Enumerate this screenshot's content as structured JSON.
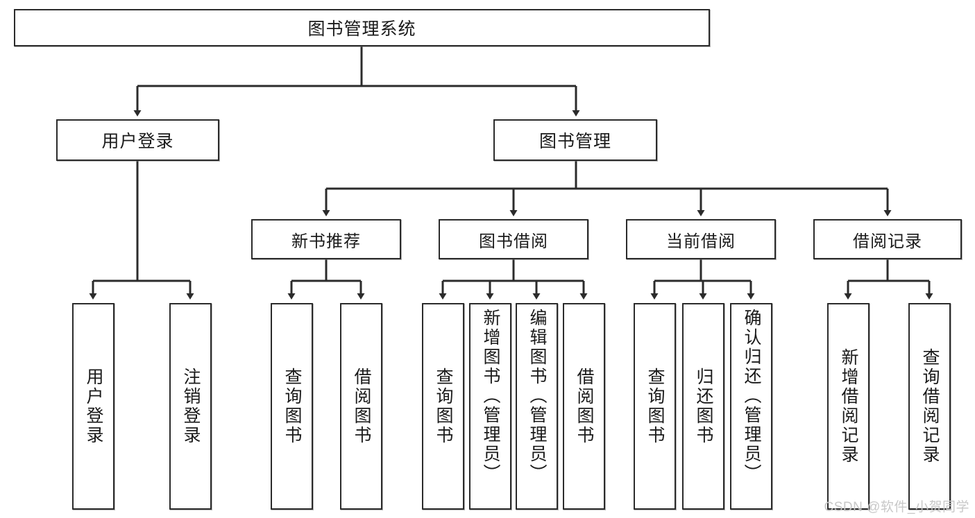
{
  "diagram": {
    "title": "图书管理系统",
    "type": "tree-hierarchy",
    "watermark": "CSDN @软件_小贺同学",
    "colors": {
      "background": "#ffffff",
      "box_border": "#2b2b2b",
      "box_fill": "#ffffff",
      "connector": "#2b2b2b",
      "text": "#1a1a1a",
      "watermark": "#c8c8c8"
    }
  },
  "root": {
    "label": "图书管理系统"
  },
  "level2": [
    {
      "label": "用户登录"
    },
    {
      "label": "图书管理"
    }
  ],
  "level3": [
    {
      "label": "新书推荐"
    },
    {
      "label": "图书借阅"
    },
    {
      "label": "当前借阅"
    },
    {
      "label": "借阅记录"
    }
  ],
  "leaves": {
    "user_login": [
      {
        "label": "用户登录"
      },
      {
        "label": "注销登录"
      }
    ],
    "new_book": [
      {
        "label": "查询图书"
      },
      {
        "label": "借阅图书"
      }
    ],
    "book_borrow": [
      {
        "label": "查询图书"
      },
      {
        "label": "新增图书（管理员）"
      },
      {
        "label": "编辑图书（管理员）"
      },
      {
        "label": "借阅图书"
      }
    ],
    "current_borrow": [
      {
        "label": "查询图书"
      },
      {
        "label": "归还图书"
      },
      {
        "label": "确认归还（管理员）"
      }
    ],
    "borrow_record": [
      {
        "label": "新增借阅记录"
      },
      {
        "label": "查询借阅记录"
      }
    ]
  }
}
